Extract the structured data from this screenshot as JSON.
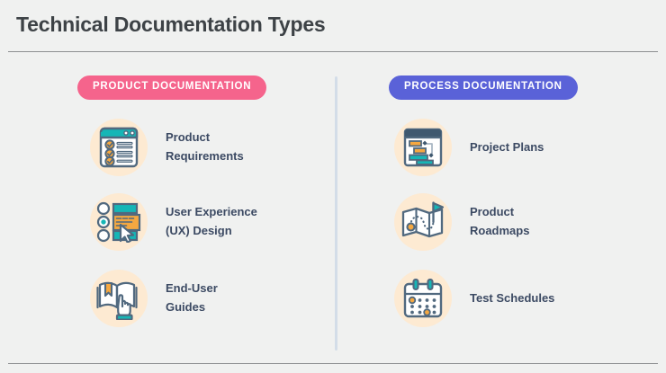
{
  "page": {
    "title": "Technical Documentation Types",
    "background_color": "#f0f1f0",
    "title_color": "#3d4246",
    "rule_color": "#8d8f91",
    "divider_color": "#d3dde8"
  },
  "columns": [
    {
      "id": "product",
      "badge": {
        "label": "PRODUCT DOCUMENTATION",
        "background_color": "#f5648c",
        "text_color": "#ffffff"
      },
      "items": [
        {
          "label": "Product\nRequirements",
          "icon": "checklist-document-icon",
          "icon_background_color": "#fdead2",
          "label_color": "#3c4a63"
        },
        {
          "label": "User Experience\n(UX) Design",
          "icon": "radio-options-cursor-icon",
          "icon_background_color": "#fdead2",
          "label_color": "#3c4a63"
        },
        {
          "label": "End-User\nGuides",
          "icon": "open-book-hand-icon",
          "icon_background_color": "#fdead2",
          "label_color": "#3c4a63"
        }
      ]
    },
    {
      "id": "process",
      "badge": {
        "label": "PROCESS DOCUMENTATION",
        "background_color": "#5a62d8",
        "text_color": "#ffffff"
      },
      "items": [
        {
          "label": "Project Plans",
          "icon": "gantt-chart-window-icon",
          "icon_background_color": "#fdead2",
          "label_color": "#3c4a63"
        },
        {
          "label": "Product\nRoadmaps",
          "icon": "map-route-flag-icon",
          "icon_background_color": "#fdead2",
          "label_color": "#3c4a63"
        },
        {
          "label": "Test Schedules",
          "icon": "calendar-icon",
          "icon_background_color": "#fdead2",
          "label_color": "#3c4a63"
        }
      ]
    }
  ],
  "palette": {
    "teal": "#16b6b6",
    "orange": "#f5a841",
    "navy": "#46607a",
    "dark_navy": "#3f586f",
    "line": "#51697f",
    "white": "#ffffff",
    "light_gray": "#c9d3dc"
  }
}
